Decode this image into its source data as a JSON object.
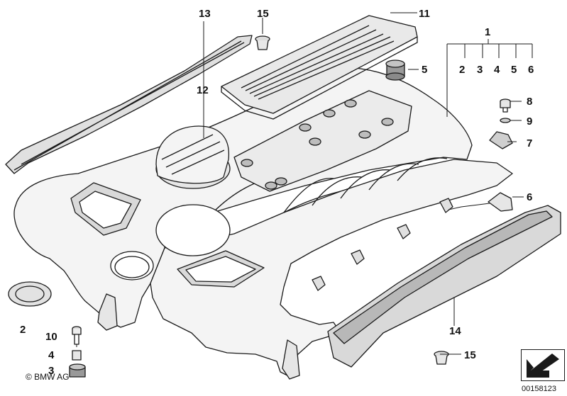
{
  "callouts": [
    {
      "id": "13",
      "label": "13"
    },
    {
      "id": "15a",
      "label": "15"
    },
    {
      "id": "11",
      "label": "11"
    },
    {
      "id": "1",
      "label": "1"
    },
    {
      "id": "5",
      "label": "5"
    },
    {
      "id": "2a",
      "label": "2"
    },
    {
      "id": "3a",
      "label": "3"
    },
    {
      "id": "4a",
      "label": "4"
    },
    {
      "id": "5b",
      "label": "5"
    },
    {
      "id": "6a",
      "label": "6"
    },
    {
      "id": "12",
      "label": "12"
    },
    {
      "id": "8",
      "label": "8"
    },
    {
      "id": "9",
      "label": "9"
    },
    {
      "id": "7",
      "label": "7"
    },
    {
      "id": "6b",
      "label": "6"
    },
    {
      "id": "2b",
      "label": "2"
    },
    {
      "id": "10",
      "label": "10"
    },
    {
      "id": "4b",
      "label": "4"
    },
    {
      "id": "3b",
      "label": "3"
    },
    {
      "id": "14",
      "label": "14"
    },
    {
      "id": "15b",
      "label": "15"
    }
  ],
  "copyright": "© BMW AG",
  "part_number": "00158123",
  "colors": {
    "line": "#1a1a1a",
    "fill": "#f2f2f2",
    "shade": "#d9d9d9",
    "dark": "#8c8c8c"
  }
}
